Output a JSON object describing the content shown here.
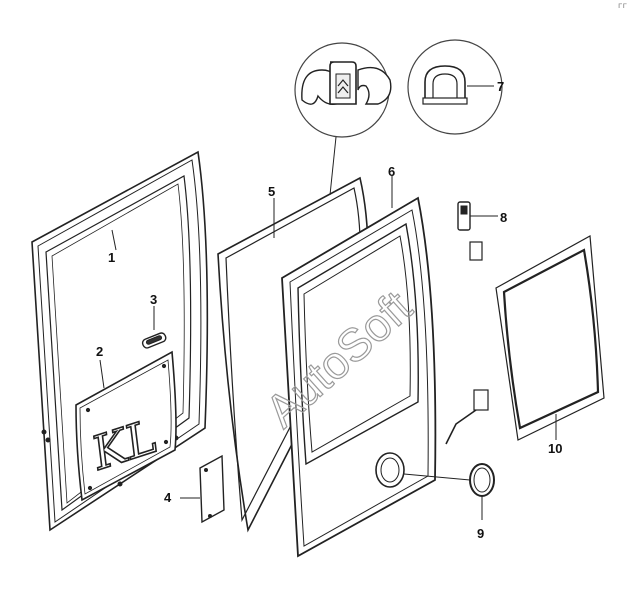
{
  "corner_mark": "ᴦᴦ",
  "watermark": "AutoSoft",
  "panel_logo": "KL",
  "callouts": {
    "c1": "1",
    "c2": "2",
    "c3": "3",
    "c4": "4",
    "c5": "5",
    "c6": "6",
    "c7": "7",
    "c8": "8",
    "c9": "9",
    "c10": "10"
  }
}
